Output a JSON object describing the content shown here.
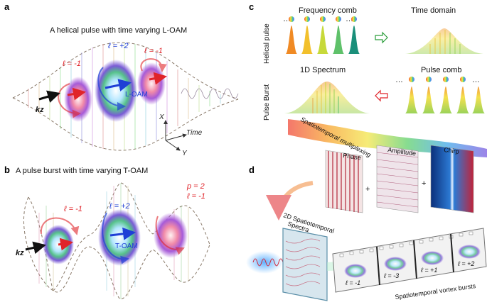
{
  "panels": {
    "a": {
      "letter": "a",
      "title": "A helical pulse with time varying L-OAM",
      "l_left": "ℓ = -1",
      "l_mid": "ℓ = +2",
      "l_right": "ℓ = -1",
      "k_label": "kz",
      "oam_label": "L-OAM",
      "axis_x": "X",
      "axis_time": "Time",
      "axis_y": "Y"
    },
    "b": {
      "letter": "b",
      "title": "A pulse burst with time varying T-OAM",
      "l_left": "ℓ = -1",
      "l_mid": "ℓ = +2",
      "p_right": "p = 2",
      "l_right": "ℓ = -1",
      "k_label": "kz",
      "oam_label": "T-OAM"
    },
    "c": {
      "letter": "c",
      "row1_side": "Helical pulse",
      "row2_side": "Pulse Burst",
      "frequency_comb": "Frequency comb",
      "time_domain": "Time domain",
      "spectrum_1d": "1D Spectrum",
      "pulse_comb": "Pulse comb",
      "ellipsis": "…",
      "multiplexing": "Spatiotemporal multiplexing",
      "phase": "Phase",
      "amplitude": "Amplitude",
      "chirp": "Chirp",
      "plus": "+"
    },
    "d": {
      "letter": "d",
      "spectra_label_1": "2D Spatiotemporal",
      "spectra_label_2": "Spectra",
      "film_labels": [
        "ℓ = -1",
        "ℓ = -3",
        "ℓ = +1",
        "ℓ = +2"
      ],
      "caption": "Spatiotemporal vortex bursts"
    }
  },
  "colors": {
    "red": "#e0242a",
    "blue": "#1f3fd6",
    "green_arrow": "#2a9d3a",
    "comb": [
      "#f08a24",
      "#f2c02c",
      "#8dc63f",
      "#2fae6b",
      "#1a8f7a"
    ]
  }
}
